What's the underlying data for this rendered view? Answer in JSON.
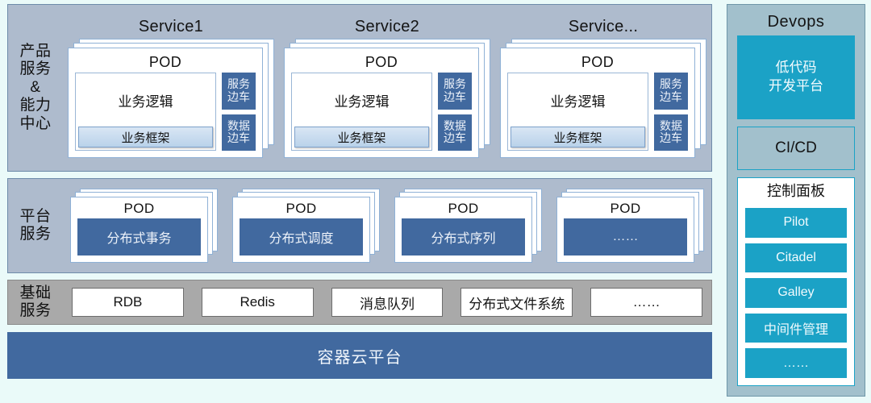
{
  "rows": {
    "services": {
      "label_lines": [
        "产品",
        "服务",
        "&",
        "能力",
        "中心"
      ],
      "groups": [
        {
          "title": "Service1",
          "pod_title": "POD",
          "business_logic": "业务逻辑",
          "business_framework": "业务框架",
          "sidecars": [
            {
              "lines": [
                "服务",
                "边车"
              ]
            },
            {
              "lines": [
                "数据",
                "边车"
              ]
            }
          ]
        },
        {
          "title": "Service2",
          "pod_title": "POD",
          "business_logic": "业务逻辑",
          "business_framework": "业务框架",
          "sidecars": [
            {
              "lines": [
                "服务",
                "边车"
              ]
            },
            {
              "lines": [
                "数据",
                "边车"
              ]
            }
          ]
        },
        {
          "title": "Service...",
          "pod_title": "POD",
          "business_logic": "业务逻辑",
          "business_framework": "业务框架",
          "sidecars": [
            {
              "lines": [
                "服务",
                "边车"
              ]
            },
            {
              "lines": [
                "数据",
                "边车"
              ]
            }
          ]
        }
      ]
    },
    "platform": {
      "label_lines": [
        "平台",
        "服务"
      ],
      "groups": [
        {
          "pod_title": "POD",
          "service": "分布式事务"
        },
        {
          "pod_title": "POD",
          "service": "分布式调度"
        },
        {
          "pod_title": "POD",
          "service": "分布式序列"
        },
        {
          "pod_title": "POD",
          "service": "……"
        }
      ]
    },
    "basic": {
      "label_lines": [
        "基础",
        "服务"
      ],
      "items": [
        "RDB",
        "Redis",
        "消息队列",
        "分布式文件系统",
        "……"
      ]
    },
    "cloud": {
      "label": "容器云平台"
    }
  },
  "devops": {
    "title": "Devops",
    "lowcode_lines": [
      "低代码",
      "开发平台"
    ],
    "cicd": "CI/CD",
    "control_panel": {
      "title": "控制面板",
      "items": [
        "Pilot",
        "Citadel",
        "Galley",
        "中间件管理",
        "……"
      ]
    }
  },
  "colors": {
    "page_background": "#eafaf9",
    "band_background": "#aebbcd",
    "band_border": "#6e8caa",
    "basic_band_background": "#a9a9a9",
    "deep_blue": "#41699f",
    "teal": "#1ba2c6",
    "devops_background": "#a2c0cc",
    "card_border": "#8fb1d6"
  }
}
